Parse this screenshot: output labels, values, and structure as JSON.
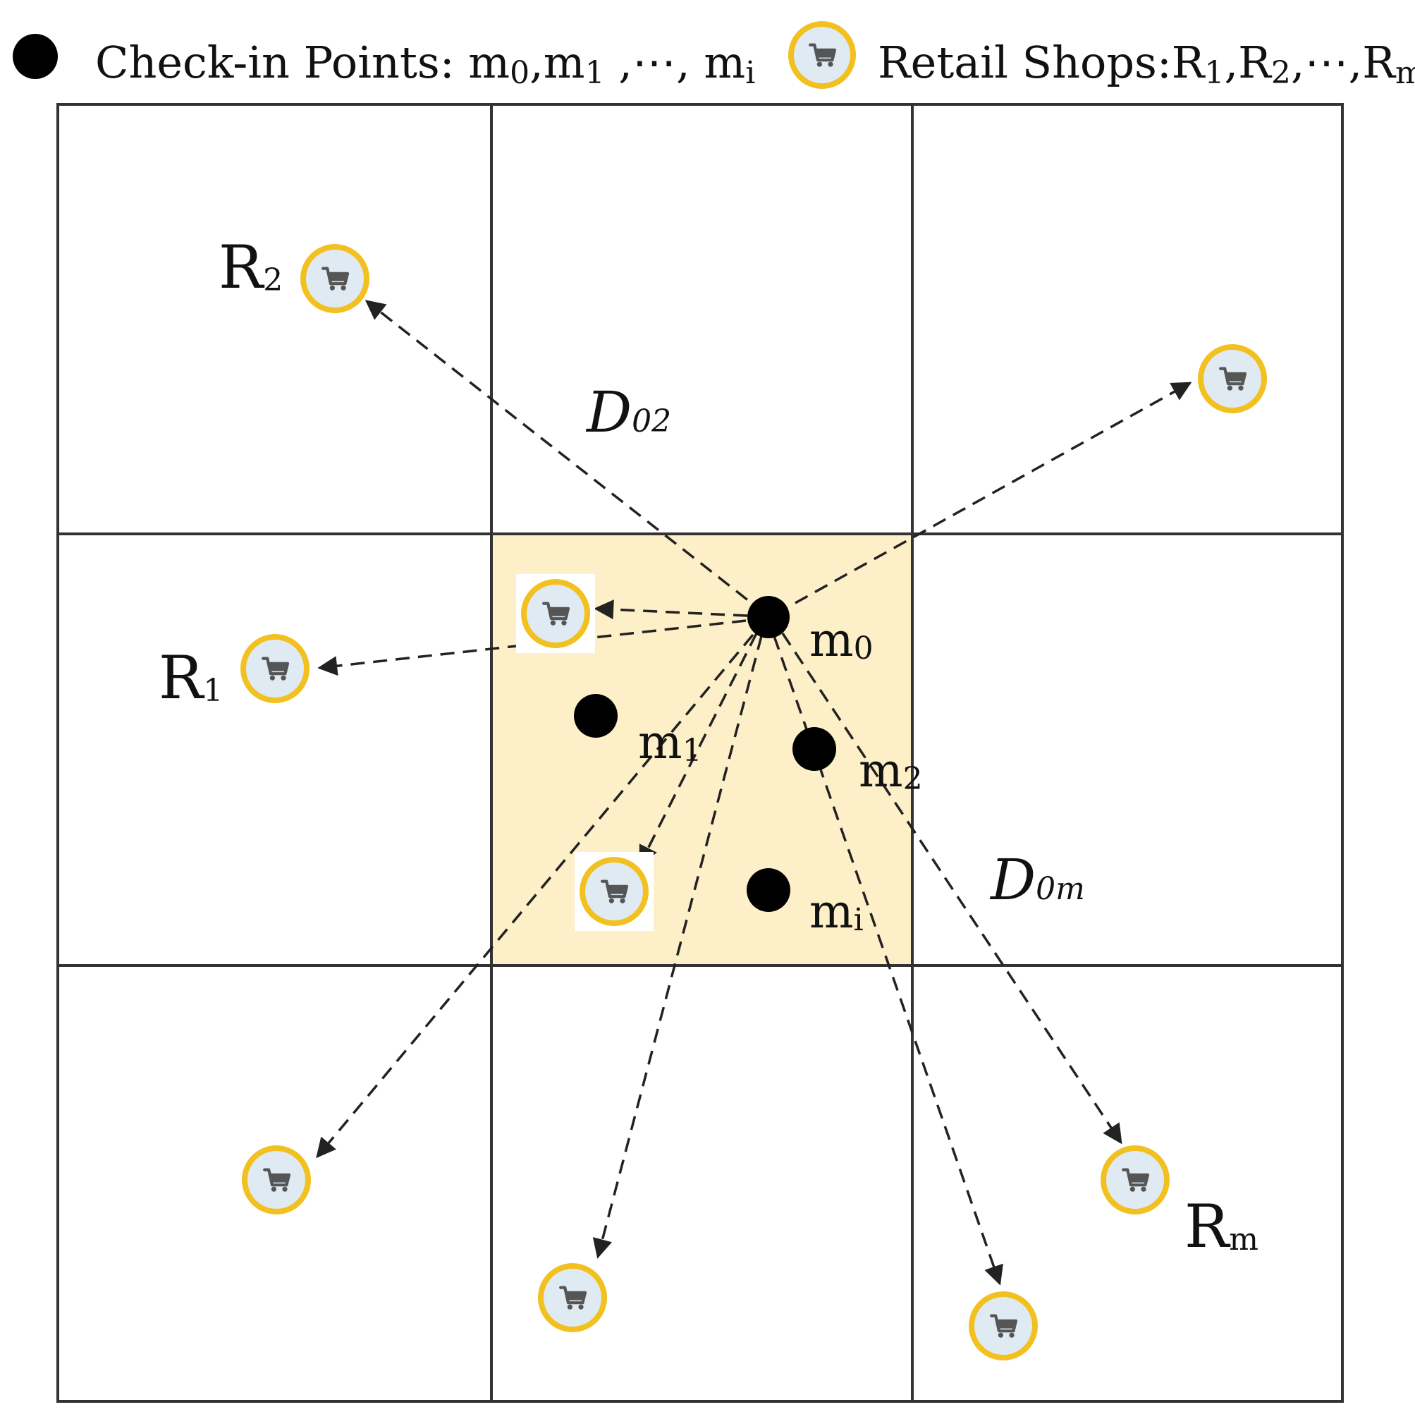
{
  "legend": {
    "checkin_label": "Check-in Points: m",
    "checkin_sub_0": "0",
    "checkin_mid_1": ",m",
    "checkin_sub_1": "1",
    "checkin_mid_2": " ,⋯,  m",
    "checkin_sub_i": "i",
    "shop_label": "Retail Shops:R",
    "shop_sub_1": "1",
    "shop_mid_2": ",R",
    "shop_sub_2": "2",
    "shop_mid_3": ",⋯,R",
    "shop_sub_m": "m"
  },
  "colors": {
    "grid_line": "#333333",
    "highlight_cell": "#fdf0c8",
    "shop_ring": "#f2c01f",
    "shop_fill": "#dfeaf2",
    "cart": "#555555",
    "checkin_dot": "#000000",
    "arrow": "#222222"
  },
  "labels": {
    "r2": {
      "main": "R",
      "sub": "2"
    },
    "r1": {
      "main": "R",
      "sub": "1"
    },
    "rm": {
      "main": "R",
      "sub": "m"
    },
    "m0": {
      "main": "m",
      "sub": "0"
    },
    "m1": {
      "main": "m",
      "sub": "1"
    },
    "m2": {
      "main": "m",
      "sub": "2"
    },
    "mi": {
      "main": "m",
      "sub": "i"
    },
    "d02": {
      "main": "D",
      "sub": "02"
    },
    "d0m": {
      "main": "D",
      "sub": "0m"
    }
  },
  "icons": {
    "checkin": "filled-circle-icon",
    "shop": "shopping-cart-icon"
  }
}
